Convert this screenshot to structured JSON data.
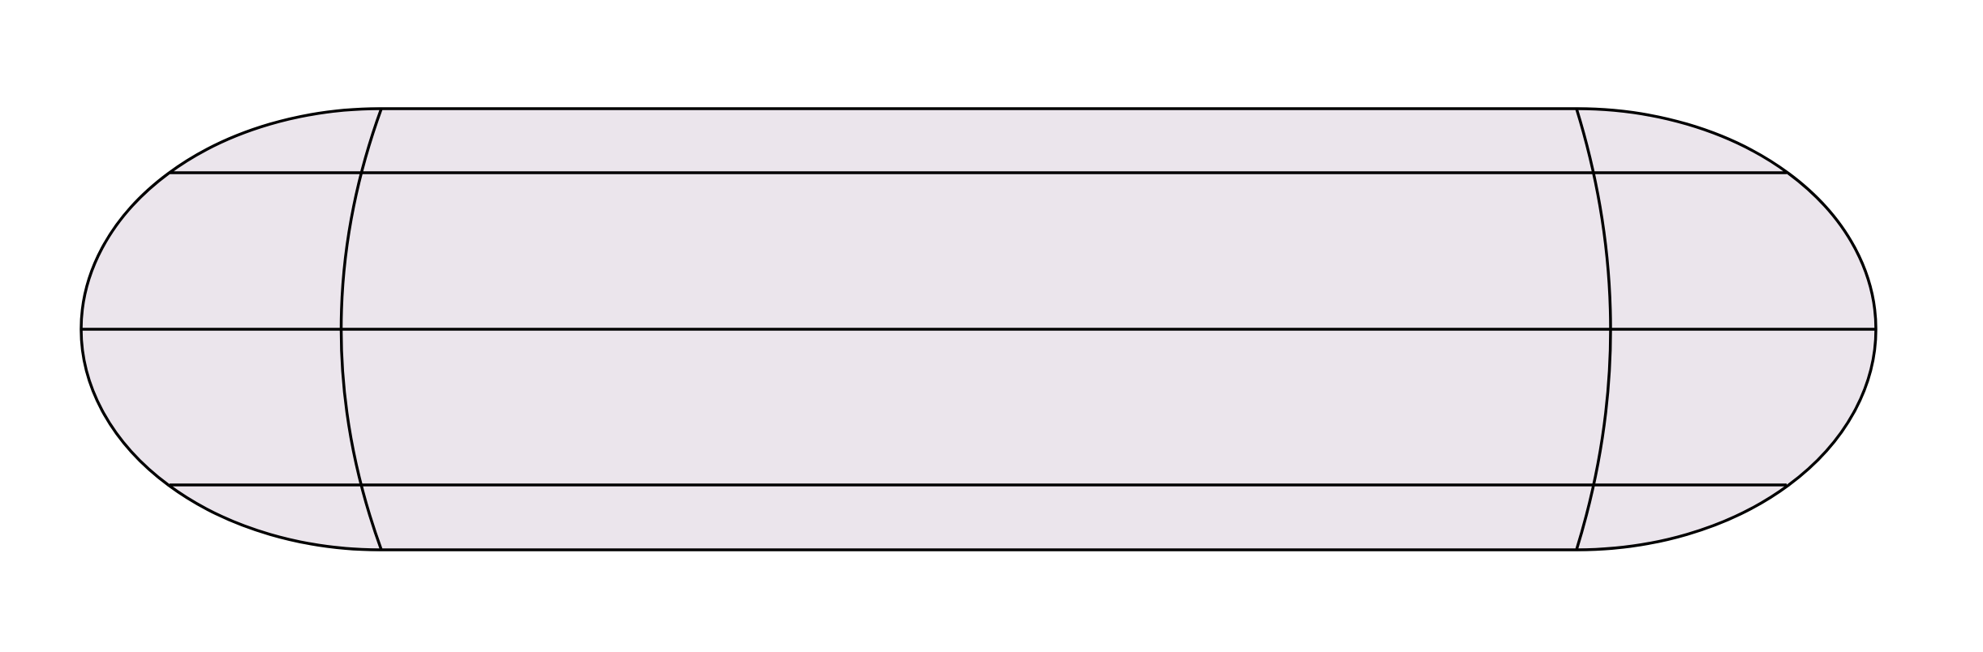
{
  "diagram": {
    "shape": "stadium-outline-with-grid",
    "fill_color": "#ebe5ec",
    "stroke_color": "#000000",
    "background_color": "#ffffff",
    "horizontal_line_count": 3,
    "curved_vertical_line_count": 2
  }
}
